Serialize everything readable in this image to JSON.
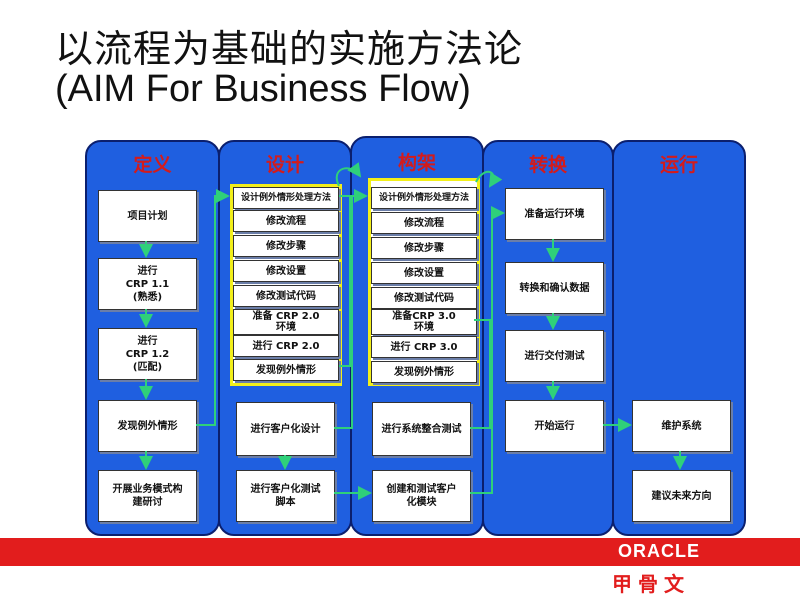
{
  "title": {
    "line1": "以流程为基础的实施方法论",
    "line2": "(AIM For Business Flow)"
  },
  "phases": [
    {
      "name": "定义"
    },
    {
      "name": "设计"
    },
    {
      "name": "构架"
    },
    {
      "name": "转换"
    },
    {
      "name": "运行"
    }
  ],
  "define": {
    "items": [
      "项目计划",
      "进行\nCRP 1.1\n(熟悉)",
      "进行\nCRP 1.2\n(匹配)",
      "发现例外情形",
      "开展业务模式构\n建研讨"
    ]
  },
  "design": {
    "group": [
      "设计例外情形处理方法",
      "修改流程",
      "修改步骤",
      "修改设置",
      "修改测试代码",
      "准备 CRP 2.0\n环境",
      "进行 CRP 2.0",
      "发现例外情形"
    ],
    "items": [
      "进行客户化设计",
      "进行客户化测试\n脚本"
    ]
  },
  "build": {
    "group": [
      "设计例外情形处理方法",
      "修改流程",
      "修改步骤",
      "修改设置",
      "修改测试代码",
      "准备CRP 3.0\n环境",
      "进行 CRP 3.0",
      "发现例外情形"
    ],
    "items": [
      "进行系统整合测试",
      "创建和测试客户\n化模块"
    ]
  },
  "transition": {
    "items": [
      "准备运行环境",
      "转换和确认数据",
      "进行交付测试",
      "开始运行"
    ]
  },
  "production": {
    "items": [
      "维护系统",
      "建议未来方向"
    ]
  },
  "footer": {
    "brand": "ORACLE",
    "brand_cn": "甲骨文"
  },
  "colors": {
    "phase_fill": "#1f5fe0",
    "phase_title": "#d41b1b",
    "group_border": "#f2ef1a",
    "arrow": "#2fd07a",
    "footer_bar": "#e21d1d"
  }
}
